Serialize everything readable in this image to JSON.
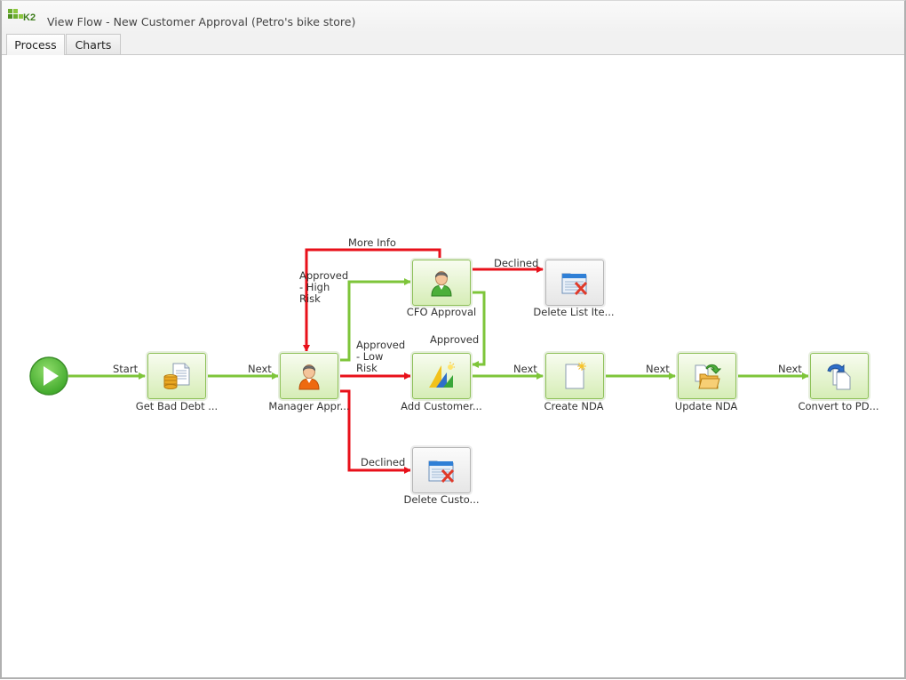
{
  "window": {
    "logo_text": "K2",
    "title": "View Flow - New Customer Approval (Petro's bike store)"
  },
  "tabs": [
    {
      "label": "Process",
      "active": true
    },
    {
      "label": "Charts",
      "active": false
    }
  ],
  "colors": {
    "line_green": "#7ec53a",
    "line_red": "#e8101a",
    "node_border": "#8fc15a",
    "start_green": "#5cbf3f"
  },
  "flow": {
    "start": {
      "icon": "play-icon"
    },
    "nodes": [
      {
        "id": "get-bad-debt",
        "label": "Get Bad Debt ...",
        "icon": "document-database-icon",
        "style": "green"
      },
      {
        "id": "manager-approval",
        "label": "Manager Appr...",
        "icon": "user-orange-icon",
        "style": "green"
      },
      {
        "id": "cfo-approval",
        "label": "CFO Approval",
        "icon": "user-green-icon",
        "style": "green"
      },
      {
        "id": "delete-list-item",
        "label": "Delete List Ite...",
        "icon": "delete-list-icon",
        "style": "gray"
      },
      {
        "id": "add-customer",
        "label": "Add Customer...",
        "icon": "dynamics-crm-icon",
        "style": "green"
      },
      {
        "id": "delete-customer",
        "label": "Delete Custo...",
        "icon": "delete-list-icon",
        "style": "gray"
      },
      {
        "id": "create-nda",
        "label": "Create NDA",
        "icon": "new-document-icon",
        "style": "green"
      },
      {
        "id": "update-nda",
        "label": "Update NDA",
        "icon": "update-folder-icon",
        "style": "green"
      },
      {
        "id": "convert-to-pdf",
        "label": "Convert to PD...",
        "icon": "convert-document-icon",
        "style": "green"
      }
    ],
    "edges": [
      {
        "label": "Start",
        "from": "start",
        "to": "get-bad-debt",
        "color": "green"
      },
      {
        "label": "Next",
        "from": "get-bad-debt",
        "to": "manager-approval",
        "color": "green"
      },
      {
        "label": "Approved - High Risk",
        "lines": [
          "Approved",
          "- High",
          "Risk"
        ],
        "from": "manager-approval",
        "to": "cfo-approval",
        "color": "green"
      },
      {
        "label": "Approved - Low Risk",
        "lines": [
          "Approved",
          "- Low",
          "Risk"
        ],
        "from": "manager-approval",
        "to": "add-customer",
        "color": "red"
      },
      {
        "label": "Declined",
        "from": "manager-approval",
        "to": "delete-customer",
        "color": "red"
      },
      {
        "label": "More Info",
        "from": "cfo-approval",
        "to": "manager-approval",
        "color": "red"
      },
      {
        "label": "Declined",
        "from": "cfo-approval",
        "to": "delete-list-item",
        "color": "red"
      },
      {
        "label": "Approved",
        "from": "cfo-approval",
        "to": "add-customer",
        "color": "green"
      },
      {
        "label": "Next",
        "from": "add-customer",
        "to": "create-nda",
        "color": "green"
      },
      {
        "label": "Next",
        "from": "create-nda",
        "to": "update-nda",
        "color": "green"
      },
      {
        "label": "Next",
        "from": "update-nda",
        "to": "convert-to-pdf",
        "color": "green"
      }
    ]
  }
}
